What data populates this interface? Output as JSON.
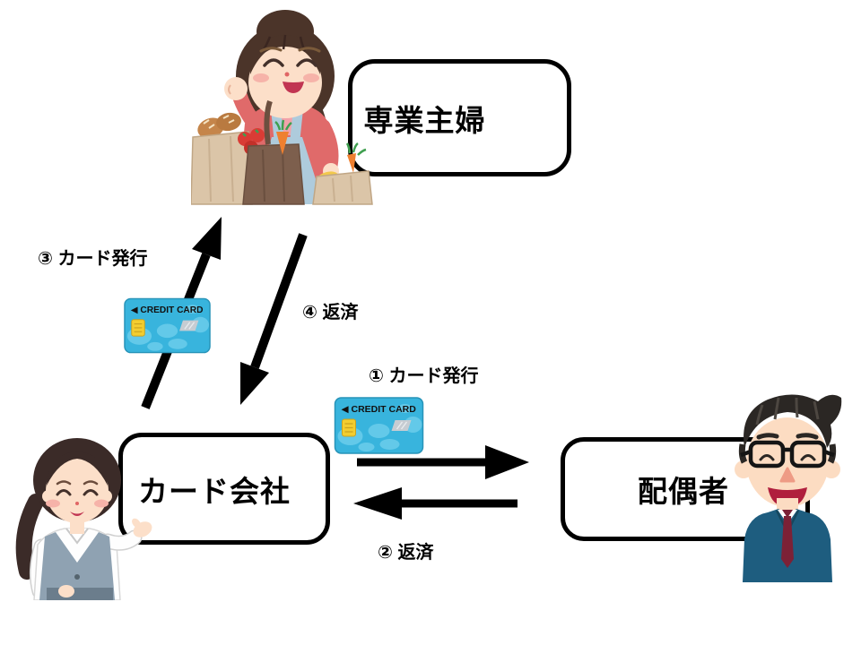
{
  "diagram": {
    "nodes": {
      "housewife": {
        "label": "専業主婦"
      },
      "card_company": {
        "label": "カード会社"
      },
      "spouse": {
        "label": "配偶者"
      }
    },
    "arrows": {
      "issue_to_spouse": {
        "label": "① カード発行",
        "from": "カード会社",
        "to": "配偶者",
        "direction": "right"
      },
      "repay_from_spouse": {
        "label": "② 返済",
        "from": "配偶者",
        "to": "カード会社",
        "direction": "left"
      },
      "issue_to_housewife": {
        "label": "③ カード発行",
        "from": "カード会社",
        "to": "専業主婦",
        "direction": "up"
      },
      "repay_from_housewife": {
        "label": "④ 返済",
        "from": "専業主婦",
        "to": "カード会社",
        "direction": "down"
      }
    },
    "credit_card": {
      "label": "◀ CREDIT CARD"
    },
    "colors": {
      "background": "#ffffff",
      "box_border": "#000000",
      "box_fill": "#ffffff",
      "arrow": "#000000",
      "card_body": "#38b4dd",
      "card_map": "#63c9e9",
      "card_chip": "#f3cd2f",
      "card_hologram": "#c6ccd2",
      "suit_blue": "#1e5d7f",
      "tie_maroon": "#7c2136",
      "apron_blue": "#aecbdc",
      "shirt_salmon": "#e06a6a",
      "vest_gray": "#8fa2b2"
    },
    "illustrations": {
      "housewife": "housewife-shopping-groceries",
      "card_company": "office-woman-presenting",
      "spouse": "businessman-with-glasses"
    }
  }
}
